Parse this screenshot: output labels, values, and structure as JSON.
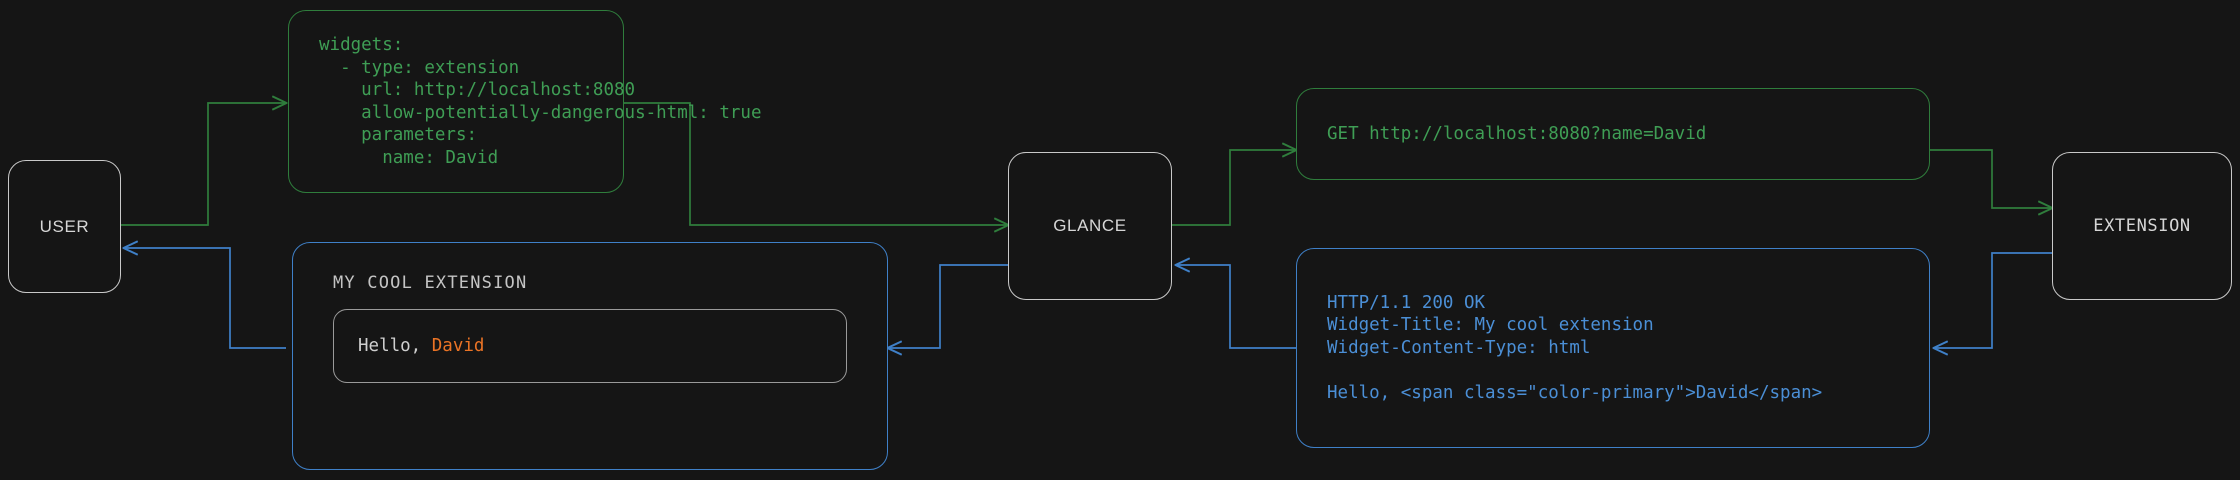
{
  "theme": {
    "background": "#151515",
    "request_color": "#3f9e55",
    "request_border": "#2f7d3c",
    "response_color": "#4b8fd6",
    "response_border": "#3f80c8",
    "actor_border": "#c9c9c9",
    "actor_text": "#d6d6d6",
    "accent_primary": "#ea7325"
  },
  "nodes": {
    "user": {
      "label": "USER"
    },
    "glance": {
      "label": "GLANCE"
    },
    "extension": {
      "label": "EXTENSION"
    }
  },
  "config_box": {
    "lines": [
      "widgets:",
      "  - type: extension",
      "    url: http://localhost:8080",
      "    allow-potentially-dangerous-html: true",
      "    parameters:",
      "      name: David"
    ]
  },
  "request_box": {
    "lines": [
      "GET http://localhost:8080?name=David"
    ]
  },
  "response_box": {
    "lines": [
      "HTTP/1.1 200 OK",
      "Widget-Title: My cool extension",
      "Widget-Content-Type: html",
      "",
      "Hello, <span class=\"color-primary\">David</span>"
    ]
  },
  "widget_preview": {
    "title": "MY COOL EXTENSION",
    "greeting_prefix": "Hello, ",
    "greeting_name": "David"
  },
  "edges": [
    {
      "name": "user-to-config",
      "kind": "request",
      "from": "user",
      "to": "config_box"
    },
    {
      "name": "config-to-glance",
      "kind": "request",
      "from": "config_box",
      "to": "glance"
    },
    {
      "name": "glance-to-request",
      "kind": "request",
      "from": "glance",
      "to": "request_box"
    },
    {
      "name": "request-to-extension",
      "kind": "request",
      "from": "request_box",
      "to": "extension"
    },
    {
      "name": "extension-to-response",
      "kind": "response",
      "from": "extension",
      "to": "response_box"
    },
    {
      "name": "response-to-glance",
      "kind": "response",
      "from": "response_box",
      "to": "glance"
    },
    {
      "name": "glance-to-widget",
      "kind": "response",
      "from": "glance",
      "to": "widget_preview"
    },
    {
      "name": "widget-to-user",
      "kind": "response",
      "from": "widget_preview",
      "to": "user"
    }
  ]
}
